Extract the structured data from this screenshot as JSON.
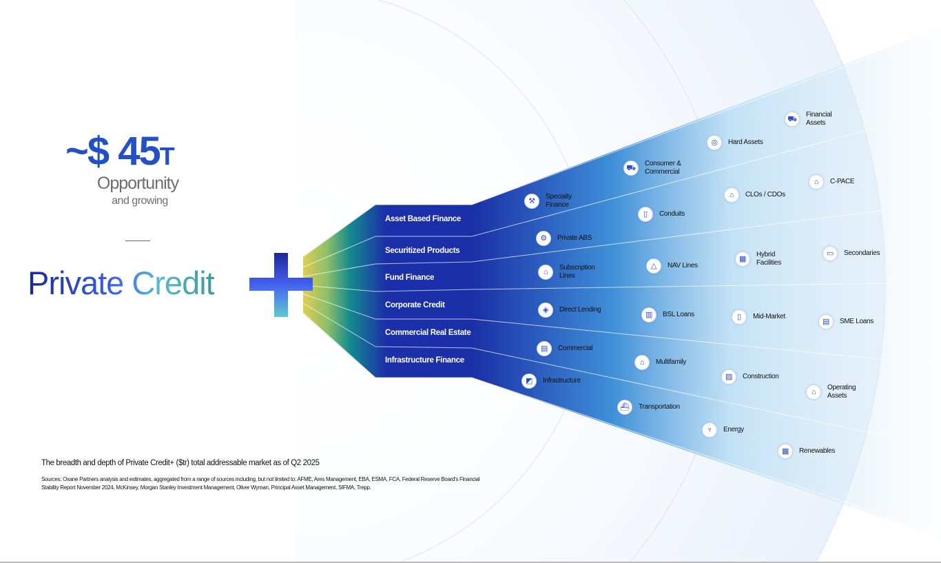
{
  "headline": {
    "prefix": "~$",
    "value": "45",
    "unit": "T",
    "subtitle": "Opportunity",
    "tagline": "and growing"
  },
  "brand": {
    "title": "Private Credit",
    "plus_symbol": "+"
  },
  "categories": [
    "Asset Based Finance",
    "Securitized Products",
    "Fund Finance",
    "Corporate Credit",
    "Commercial Real Estate",
    "Infrastructure Finance"
  ],
  "items": [
    {
      "label": "Specialty Finance",
      "icon": "gavel-icon"
    },
    {
      "label": "Private ABS",
      "icon": "abs-icon"
    },
    {
      "label": "Subscription Lines",
      "icon": "bank-icon"
    },
    {
      "label": "Direct Lending",
      "icon": "layers-icon"
    },
    {
      "label": "Commercial",
      "icon": "store-icon"
    },
    {
      "label": "Infrastructure",
      "icon": "bridge-icon"
    },
    {
      "label": "Consumer & Commercial",
      "icon": "car-icon"
    },
    {
      "label": "Conduits",
      "icon": "document-icon"
    },
    {
      "label": "NAV Lines",
      "icon": "pyramid-icon"
    },
    {
      "label": "BSL Loans",
      "icon": "building-icon"
    },
    {
      "label": "Multifamily",
      "icon": "house-icon"
    },
    {
      "label": "Transportation",
      "icon": "ship-icon"
    },
    {
      "label": "Hard Assets",
      "icon": "coins-icon"
    },
    {
      "label": "CLOs / CDOs",
      "icon": "institution-icon"
    },
    {
      "label": "Hybrid Facilities",
      "icon": "stack-icon"
    },
    {
      "label": "Mid-Market",
      "icon": "office-icon"
    },
    {
      "label": "Construction",
      "icon": "crane-icon"
    },
    {
      "label": "Energy",
      "icon": "pylon-icon"
    },
    {
      "label": "Financial Assets",
      "icon": "cart-icon"
    },
    {
      "label": "C-PACE",
      "icon": "government-icon"
    },
    {
      "label": "Secondaries",
      "icon": "card-icon"
    },
    {
      "label": "SME Loans",
      "icon": "ledger-icon"
    },
    {
      "label": "Operating Assets",
      "icon": "facility-icon"
    },
    {
      "label": "Renewables",
      "icon": "solar-icon"
    }
  ],
  "caption": "The breadth and depth of Private Credit+ ($tr) total addressable market as of Q2 2025",
  "sources": "Sources: Oxane Partners analysis and estimates, aggregated from a range of sources including, but not limited to: AFME, Ares Management, EBA, ESMA, FCA, Federal Reserve Board's Financial Stability Report November 2024, McKinsey, Morgan Stanley Investment Management, Oliver Wyman, Principal Asset Management, SIFMA, Trepp.",
  "colors": {
    "accent": "#2350c4",
    "band": "#1b2fa8"
  }
}
